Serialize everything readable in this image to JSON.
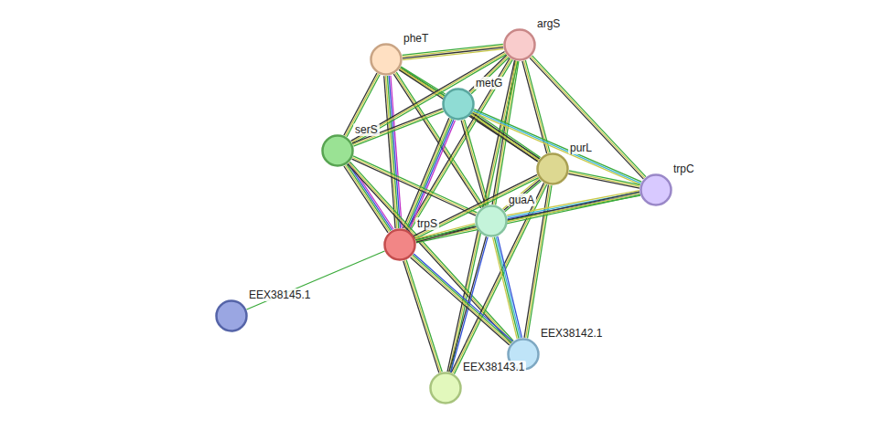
{
  "diagram": {
    "nodes": [
      {
        "text": [
          "argS"
        ]
      },
      {
        "text": [
          "pheT"
        ]
      },
      {
        "text": [
          "metG"
        ]
      },
      {
        "text": [
          "serS"
        ]
      },
      {
        "text": [
          "purL"
        ]
      },
      {
        "text": [
          "trpC"
        ]
      },
      {
        "text": [
          "guaA"
        ]
      },
      {
        "text": [
          "trpS"
        ]
      },
      {
        "text": [
          "EEX38145.1"
        ]
      },
      {
        "text": [
          "EEX38142.1"
        ]
      },
      {
        "text": [
          "EEX38143.1"
        ]
      }
    ],
    "edges": [
      {
        "from": 1,
        "to": 0,
        "arrow": "none"
      },
      {
        "from": 1,
        "to": 2,
        "arrow": "none"
      },
      {
        "from": 1,
        "to": 3,
        "arrow": "none"
      },
      {
        "from": 1,
        "to": 7,
        "arrow": "none"
      },
      {
        "from": 1,
        "to": 6,
        "arrow": "none"
      },
      {
        "from": 1,
        "to": 4,
        "arrow": "none"
      },
      {
        "from": 0,
        "to": 2,
        "arrow": "none"
      },
      {
        "from": 0,
        "to": 3,
        "arrow": "none"
      },
      {
        "from": 0,
        "to": 7,
        "arrow": "none"
      },
      {
        "from": 0,
        "to": 6,
        "arrow": "none"
      },
      {
        "from": 0,
        "to": 4,
        "arrow": "none"
      },
      {
        "from": 0,
        "to": 5,
        "arrow": "none"
      },
      {
        "from": 0,
        "to": 10,
        "arrow": "none"
      },
      {
        "from": 2,
        "to": 3,
        "arrow": "none"
      },
      {
        "from": 2,
        "to": 7,
        "arrow": "none"
      },
      {
        "from": 2,
        "to": 6,
        "arrow": "none"
      },
      {
        "from": 2,
        "to": 4,
        "arrow": "none"
      },
      {
        "from": 2,
        "to": 5,
        "arrow": "none"
      },
      {
        "from": 3,
        "to": 7,
        "arrow": "none"
      },
      {
        "from": 3,
        "to": 6,
        "arrow": "none"
      },
      {
        "from": 3,
        "to": 9,
        "arrow": "none"
      },
      {
        "from": 4,
        "to": 5,
        "arrow": "none"
      },
      {
        "from": 4,
        "to": 6,
        "arrow": "none"
      },
      {
        "from": 4,
        "to": 7,
        "arrow": "none"
      },
      {
        "from": 4,
        "to": 9,
        "arrow": "none"
      },
      {
        "from": 4,
        "to": 10,
        "arrow": "none"
      },
      {
        "from": 5,
        "to": 6,
        "arrow": "none"
      },
      {
        "from": 5,
        "to": 7,
        "arrow": "none"
      },
      {
        "from": 6,
        "to": 7,
        "arrow": "none"
      },
      {
        "from": 6,
        "to": 9,
        "arrow": "none"
      },
      {
        "from": 6,
        "to": 10,
        "arrow": "none"
      },
      {
        "from": 7,
        "to": 8,
        "arrow": "none"
      },
      {
        "from": 7,
        "to": 9,
        "arrow": "none"
      },
      {
        "from": 7,
        "to": 10,
        "arrow": "none"
      }
    ]
  }
}
